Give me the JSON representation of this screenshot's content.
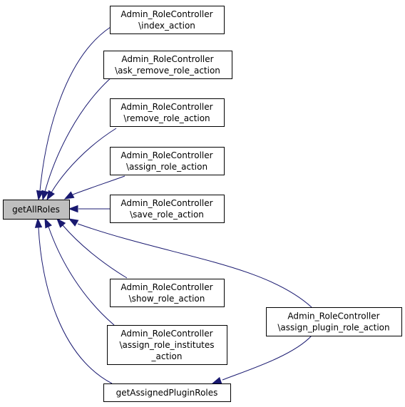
{
  "graph": {
    "focus": {
      "label": "getAllRoles"
    },
    "callers": [
      {
        "id": "index",
        "lines": [
          "Admin_RoleController",
          "\\index_action"
        ]
      },
      {
        "id": "askrm",
        "lines": [
          "Admin_RoleController",
          "\\ask_remove_role_action"
        ]
      },
      {
        "id": "remove",
        "lines": [
          "Admin_RoleController",
          "\\remove_role_action"
        ]
      },
      {
        "id": "assign",
        "lines": [
          "Admin_RoleController",
          "\\assign_role_action"
        ]
      },
      {
        "id": "save",
        "lines": [
          "Admin_RoleController",
          "\\save_role_action"
        ]
      },
      {
        "id": "show",
        "lines": [
          "Admin_RoleController",
          "\\show_role_action"
        ]
      },
      {
        "id": "inst",
        "lines": [
          "Admin_RoleController",
          "\\assign_role_institutes",
          "_action"
        ]
      },
      {
        "id": "plugin",
        "lines": [
          "Admin_RoleController",
          "\\assign_plugin_role_action"
        ]
      },
      {
        "id": "assigned",
        "lines": [
          "getAssignedPluginRoles"
        ]
      }
    ],
    "edges": [
      {
        "from": "index",
        "to": "focus"
      },
      {
        "from": "askrm",
        "to": "focus"
      },
      {
        "from": "remove",
        "to": "focus"
      },
      {
        "from": "assign",
        "to": "focus"
      },
      {
        "from": "save",
        "to": "focus"
      },
      {
        "from": "show",
        "to": "focus"
      },
      {
        "from": "inst",
        "to": "focus"
      },
      {
        "from": "plugin",
        "to": "focus"
      },
      {
        "from": "assigned",
        "to": "focus"
      },
      {
        "from": "plugin",
        "to": "assigned"
      }
    ],
    "colors": {
      "edge": "#191970",
      "focus_fill": "#bfbfbf",
      "node_border": "#000000"
    }
  }
}
